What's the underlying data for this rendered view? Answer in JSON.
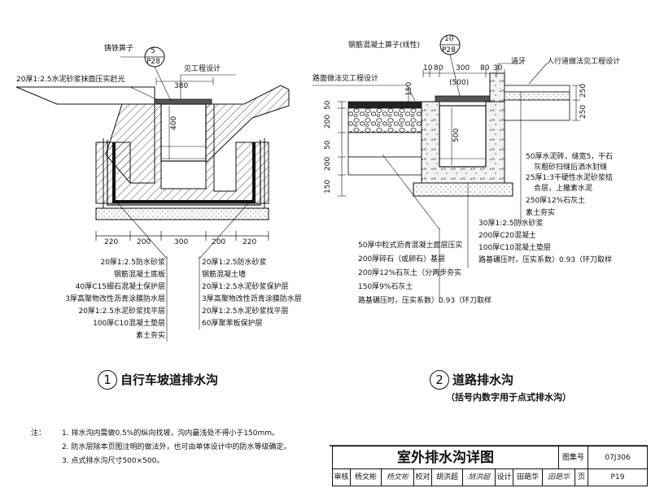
{
  "left_detail": {
    "cover_label": "铸铁箅子",
    "cover_ref_num": "5",
    "cover_ref_page": "P28",
    "top_left_label": "20厚1:2.5水泥砂浆抹面压实赶光",
    "see_design": "见工程设计",
    "dim_top": "380",
    "dim_inner": "400",
    "dims_bottom": [
      "220",
      "200",
      "300",
      "200",
      "220"
    ],
    "layers_left": [
      "20厚1:2.5防水砂浆",
      "钢筋混凝土底板",
      "40厚C15细石混凝土保护层",
      "3厚高聚物改性沥青涂膜防水层",
      "20厚1:2.5水泥砂浆找平层",
      "100厚C10混凝土垫层",
      "素土夯实"
    ],
    "layers_right": [
      "20厚1:2.5防水砂浆",
      "钢筋混凝土墙",
      "20厚1:2.5水泥砂浆保护层",
      "3厚高聚物改性沥青涂膜防水层",
      "20厚1:2.5水泥砂浆找平层",
      "60厚聚苯板保护层"
    ],
    "caption_num": "1",
    "caption": "自行车坡道排水沟"
  },
  "right_detail": {
    "cover_label": "钢筋混凝土箅子(线性)",
    "cover_ref_num": "10",
    "cover_ref_page": "P28",
    "road_label": "路面做法见工程设计",
    "curb_label": "道牙",
    "sidewalk_label": "人行道做法见工程设计",
    "dims_top": [
      "10",
      "80",
      "300",
      "80",
      "30"
    ],
    "dim_paren": "(500)",
    "dim_150": "150",
    "dims_left": [
      "50",
      "200",
      "50",
      "200",
      "150"
    ],
    "dim_inner": "500",
    "dims_right": [
      "250",
      "250"
    ],
    "layers_right": [
      "50厚水泥砖，缝宽5，干石",
      "灰粗砂扫缝后洒水封缝",
      "25厚1:3干硬性水泥砂浆结",
      "合层，上撒素水泥",
      "250厚12%石灰土",
      "素土夯实"
    ],
    "layers_bottom": [
      "30厚1:2.5防水砂浆",
      "200厚C20混凝土",
      "100厚C10混凝土垫层",
      "路基碾压时，压实系数）0.93（环刀取样"
    ],
    "layers_left": [
      "50厚中粒式沥青混凝土面层压实",
      "200厚碎石（或卵石）基层",
      "200厚12%石灰土（分两步夯实",
      "150厚9%石灰土",
      "路基碾压时，压实系数）0.93（环刀取样"
    ],
    "caption_num": "2",
    "caption": "道路排水沟",
    "sub_caption": "（括号内数字用于点式排水沟）"
  },
  "notes": {
    "heading": "注：",
    "items": [
      "1. 排水沟内需做0.5%的纵向找坡，沟内最浅处不得小于150mm。",
      "2. 防水层除本页图注明的做法外，也可由单体设计中的防水等级确定。",
      "3. 点式排水沟尺寸500×500。"
    ]
  },
  "title_block": {
    "title": "室外排水沟详图",
    "atlas_label": "图集号",
    "atlas_value": "07J306",
    "review_label": "审核",
    "review_name": "杨文彬",
    "review_sign": "杨文彬",
    "check_label": "校对",
    "check_name": "胡洪超",
    "check_sign": "胡洪超",
    "design_label": "设计",
    "design_name": "田葩华",
    "design_sign": "田葩华",
    "page_label": "页",
    "page_value": "P19"
  }
}
